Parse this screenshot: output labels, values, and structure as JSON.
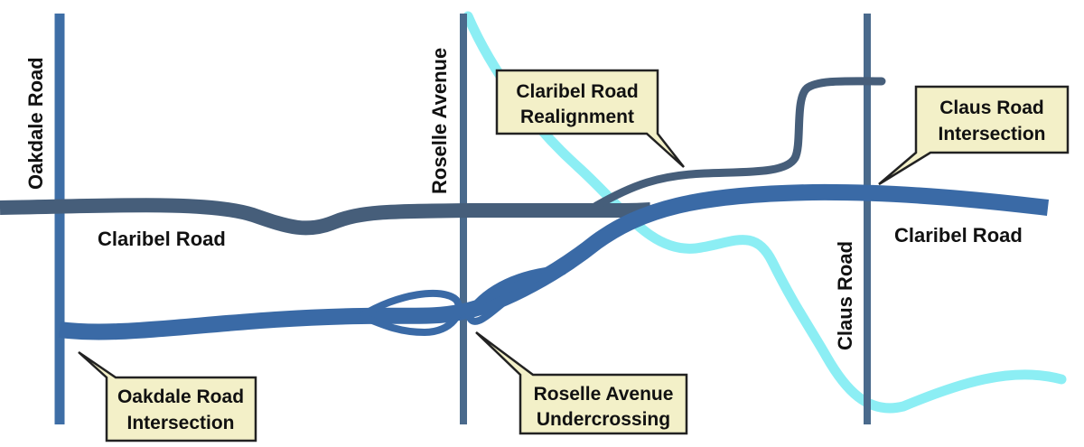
{
  "map": {
    "colors": {
      "background": "#ffffff",
      "vertical_road": "#4a6a8c",
      "oakdale_road": "#3e6ea6",
      "old_claribel": "#465e7a",
      "new_claribel": "#3a6aa6",
      "canal": "#8ceef4",
      "callout_fill": "#f3f0c8",
      "callout_stroke": "#222222"
    },
    "road_labels": {
      "oakdale": "Oakdale Road",
      "roselle": "Roselle Avenue",
      "claus": "Claus Road",
      "claribel_west": "Claribel Road",
      "claribel_east": "Claribel Road"
    },
    "callouts": {
      "claribel_realignment": {
        "line1": "Claribel Road",
        "line2": "Realignment"
      },
      "claus_intersection": {
        "line1": "Claus Road",
        "line2": "Intersection"
      },
      "oakdale_intersection": {
        "line1": "Oakdale Road",
        "line2": "Intersection"
      },
      "roselle_undercrossing": {
        "line1": "Roselle Avenue",
        "line2": "Undercrossing"
      }
    }
  }
}
